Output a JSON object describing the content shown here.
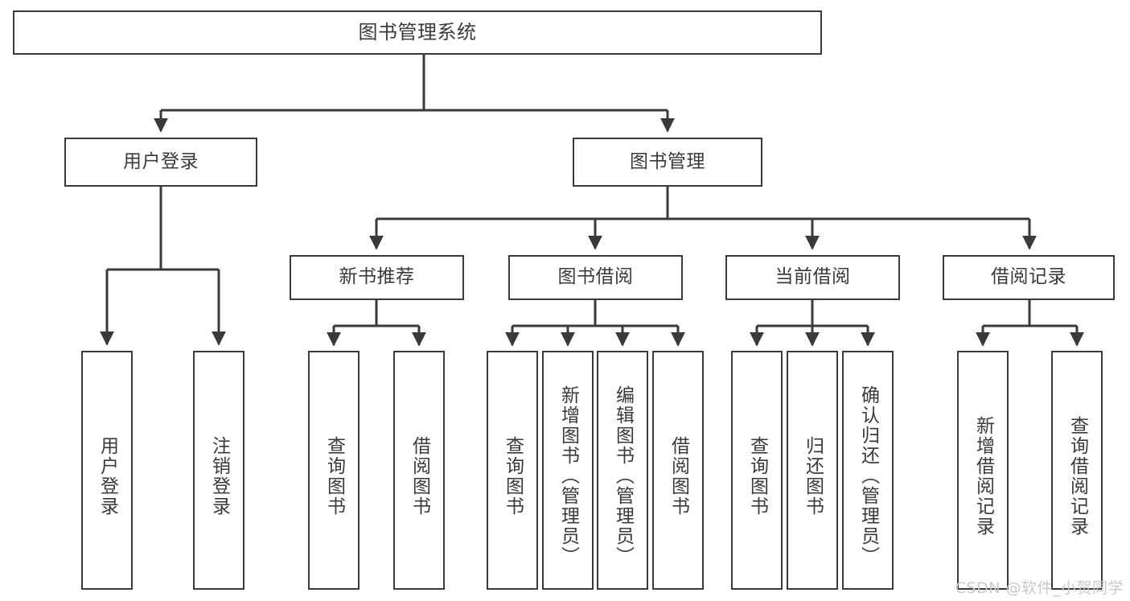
{
  "diagram": {
    "title": "图书管理系统",
    "type": "tree-hierarchy",
    "theme": {
      "background": "#ffffff",
      "border": "#3a3a3a",
      "text": "#3a3a3a",
      "edge": "#3a3a3a",
      "watermark": "#c9c9c9"
    },
    "nodes": {
      "root": {
        "label": "图书管理系统",
        "orientation": "horizontal"
      },
      "level2": [
        {
          "id": "user-login",
          "label": "用户登录",
          "orientation": "horizontal"
        },
        {
          "id": "book-management",
          "label": "图书管理",
          "orientation": "horizontal"
        }
      ],
      "level3": [
        {
          "id": "new-book-recommend",
          "label": "新书推荐",
          "orientation": "horizontal"
        },
        {
          "id": "book-borrow",
          "label": "图书借阅",
          "orientation": "horizontal"
        },
        {
          "id": "current-borrow",
          "label": "当前借阅",
          "orientation": "horizontal"
        },
        {
          "id": "borrow-record",
          "label": "借阅记录",
          "orientation": "horizontal"
        }
      ],
      "leaves": [
        {
          "id": "leaf-user-login",
          "label": "用户登录",
          "parent": "user-login",
          "orientation": "vertical"
        },
        {
          "id": "leaf-user-logout",
          "label": "注销登录",
          "parent": "user-login",
          "orientation": "vertical"
        },
        {
          "id": "leaf-query-book-1",
          "label": "查询图书",
          "parent": "new-book-recommend",
          "orientation": "vertical"
        },
        {
          "id": "leaf-borrow-book-1",
          "label": "借阅图书",
          "parent": "new-book-recommend",
          "orientation": "vertical"
        },
        {
          "id": "leaf-query-book-2",
          "label": "查询图书",
          "parent": "book-borrow",
          "orientation": "vertical"
        },
        {
          "id": "leaf-add-book",
          "label": "新增图书（管理员）",
          "parent": "book-borrow",
          "orientation": "vertical"
        },
        {
          "id": "leaf-edit-book",
          "label": "编辑图书（管理员）",
          "parent": "book-borrow",
          "orientation": "vertical"
        },
        {
          "id": "leaf-borrow-book-2",
          "label": "借阅图书",
          "parent": "book-borrow",
          "orientation": "vertical"
        },
        {
          "id": "leaf-query-book-3",
          "label": "查询图书",
          "parent": "current-borrow",
          "orientation": "vertical"
        },
        {
          "id": "leaf-return-book",
          "label": "归还图书",
          "parent": "current-borrow",
          "orientation": "vertical"
        },
        {
          "id": "leaf-confirm-return",
          "label": "确认归还（管理员）",
          "parent": "current-borrow",
          "orientation": "vertical"
        },
        {
          "id": "leaf-add-record",
          "label": "新增借阅记录",
          "parent": "borrow-record",
          "orientation": "vertical"
        },
        {
          "id": "leaf-query-record",
          "label": "查询借阅记录",
          "parent": "borrow-record",
          "orientation": "vertical"
        }
      ]
    },
    "watermark": "CSDN @软件_小贺同学"
  }
}
